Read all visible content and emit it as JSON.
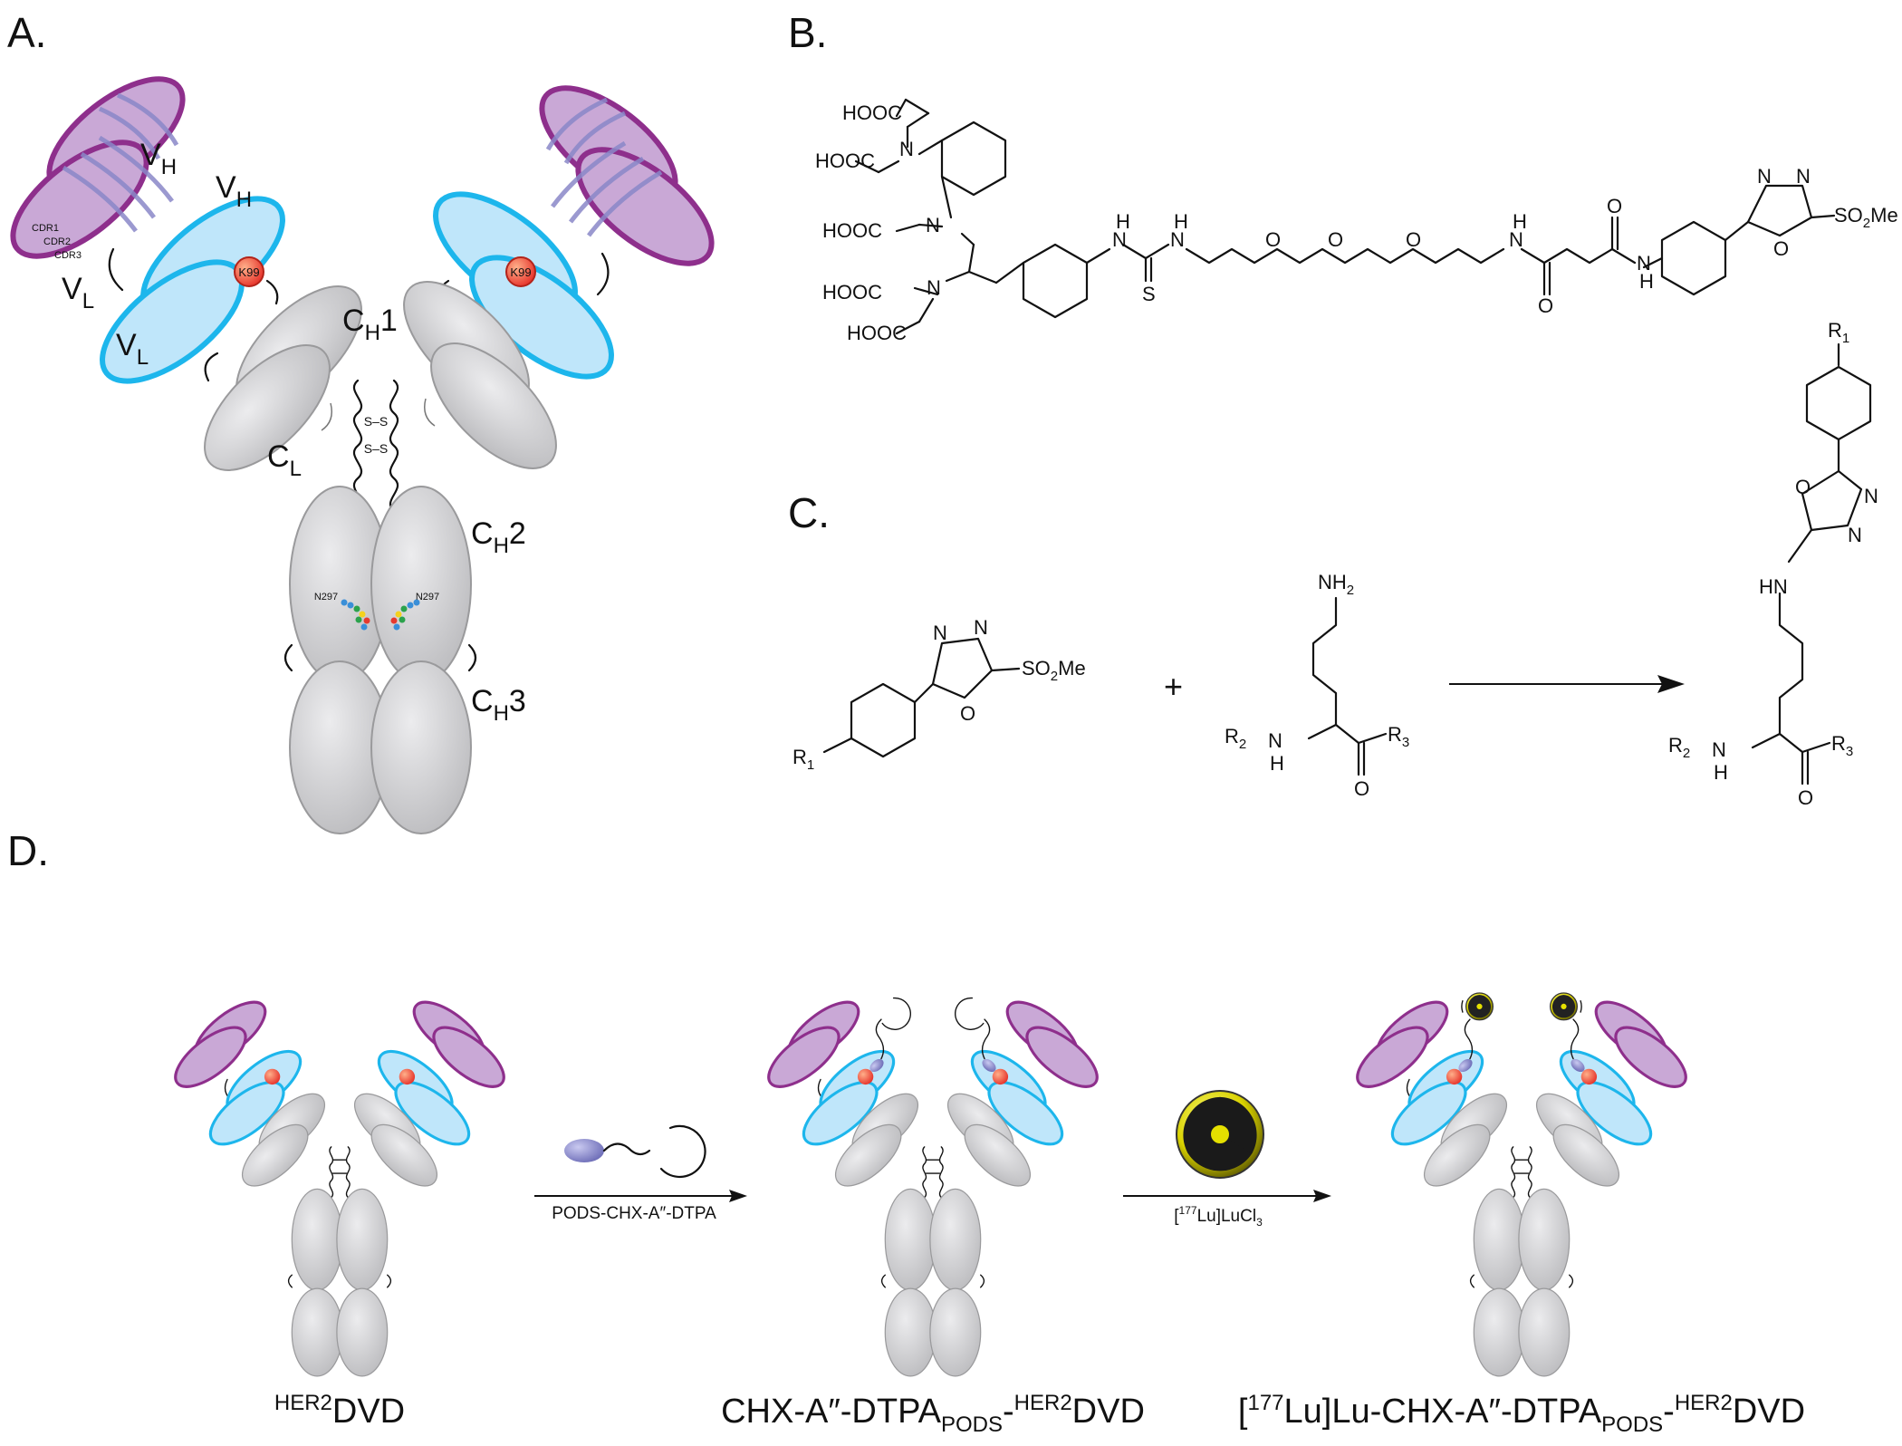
{
  "panels": {
    "a": "A.",
    "b": "B.",
    "c": "C.",
    "d": "D."
  },
  "panel_a": {
    "vh_outer": "V",
    "vh_outer_sub": "H",
    "vh_inner": "V",
    "vh_inner_sub": "H",
    "vl_outer": "V",
    "vl_outer_sub": "L",
    "vl_inner": "V",
    "vl_inner_sub": "L",
    "ch1": "C",
    "ch1_sub": "H",
    "ch1_num": "1",
    "cl": "C",
    "cl_sub": "L",
    "ch2": "C",
    "ch2_sub": "H",
    "ch2_num": "2",
    "ch3": "C",
    "ch3_sub": "H",
    "ch3_num": "3",
    "cdr1": "CDR1",
    "cdr2": "CDR2",
    "cdr3": "CDR3",
    "k99": "K99",
    "n297": "N297",
    "ss": "S–S"
  },
  "panel_b": {
    "hooc": "HOOC",
    "n": "N",
    "h": "H",
    "s": "S",
    "o": "O",
    "so2me": "SO",
    "so2me_sub": "2",
    "so2me_end": "Me"
  },
  "panel_c": {
    "r1": "R",
    "r1_sub": "1",
    "r2": "R",
    "r2_sub": "2",
    "r3": "R",
    "r3_sub": "3",
    "nh2": "NH",
    "nh2_sub": "2",
    "nh": "NH",
    "hn": "HN",
    "n": "N",
    "h": "H",
    "o": "O",
    "so2me": "SO",
    "so2me_sub": "2",
    "so2me_end": "Me",
    "plus": "+"
  },
  "panel_d": {
    "reagent1": "PODS-CHX-A″-DTPA",
    "reagent2_pre": "[",
    "reagent2_sup": "177",
    "reagent2_mid": "Lu]LuCl",
    "reagent2_sub": "3",
    "cap1_sup": "HER2",
    "cap1_main": "DVD",
    "cap2_pre": "CHX-A″-DTPA",
    "cap2_sub": "PODS",
    "cap2_dash": "-",
    "cap2_sup": "HER2",
    "cap2_main": "DVD",
    "cap3_pre": "[",
    "cap3_sup1": "177",
    "cap3_mid": "Lu]Lu-CHX-A″-DTPA",
    "cap3_sub": "PODS",
    "cap3_dash": "-",
    "cap3_sup2": "HER2",
    "cap3_main": "DVD"
  },
  "colors": {
    "purple": "#C9A8D6",
    "purple_edge": "#8E2F8C",
    "blue": "#BFE6FA",
    "blue_edge": "#1DB6EC",
    "gray": "#CFCFD1",
    "gray_edge": "#9A9A9C",
    "red": "#EE3B2F",
    "linker": "#7B7BC0",
    "radio": "#E5E000"
  },
  "icons": [
    "radioactive-icon",
    "chelator-icon"
  ]
}
